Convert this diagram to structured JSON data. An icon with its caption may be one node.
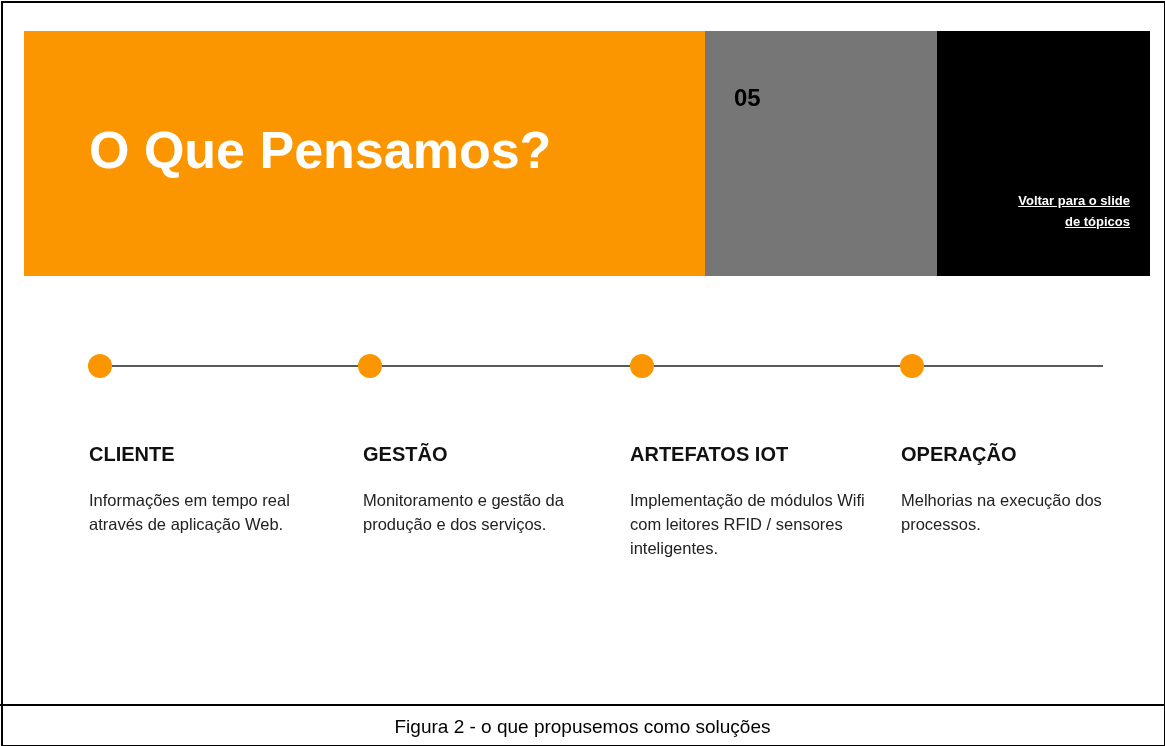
{
  "diagram": {
    "title": "O Que Pensamos?",
    "caption": "Figura 2 - o que propusemos como soluções",
    "nodes": [
      {
        "text": [],
        "shape": "circle"
      },
      {
        "text": [],
        "shape": "circle"
      },
      {
        "text": [],
        "shape": "circle"
      },
      {
        "text": [],
        "shape": "circle"
      }
    ],
    "edges": [
      {
        "from": 0,
        "to": 1,
        "arrow": "none"
      },
      {
        "from": 1,
        "to": 2,
        "arrow": "none"
      },
      {
        "from": 2,
        "to": 3,
        "arrow": "none"
      },
      {
        "from": 3,
        "to": null,
        "arrow": "none"
      }
    ],
    "labels": [
      "05",
      "Voltar para o slide de tópicos",
      "CLIENTE",
      "Informações em tempo real através de aplicação Web.",
      "GESTÃO",
      "Monitoramento e gestão da produção e dos serviços.",
      "ARTEFATOS IOT",
      "Implementação de módulos Wifi com leitores RFID / sensores inteligentes.",
      "OPERAÇÃO",
      "Melhorias na execução dos processos."
    ]
  }
}
